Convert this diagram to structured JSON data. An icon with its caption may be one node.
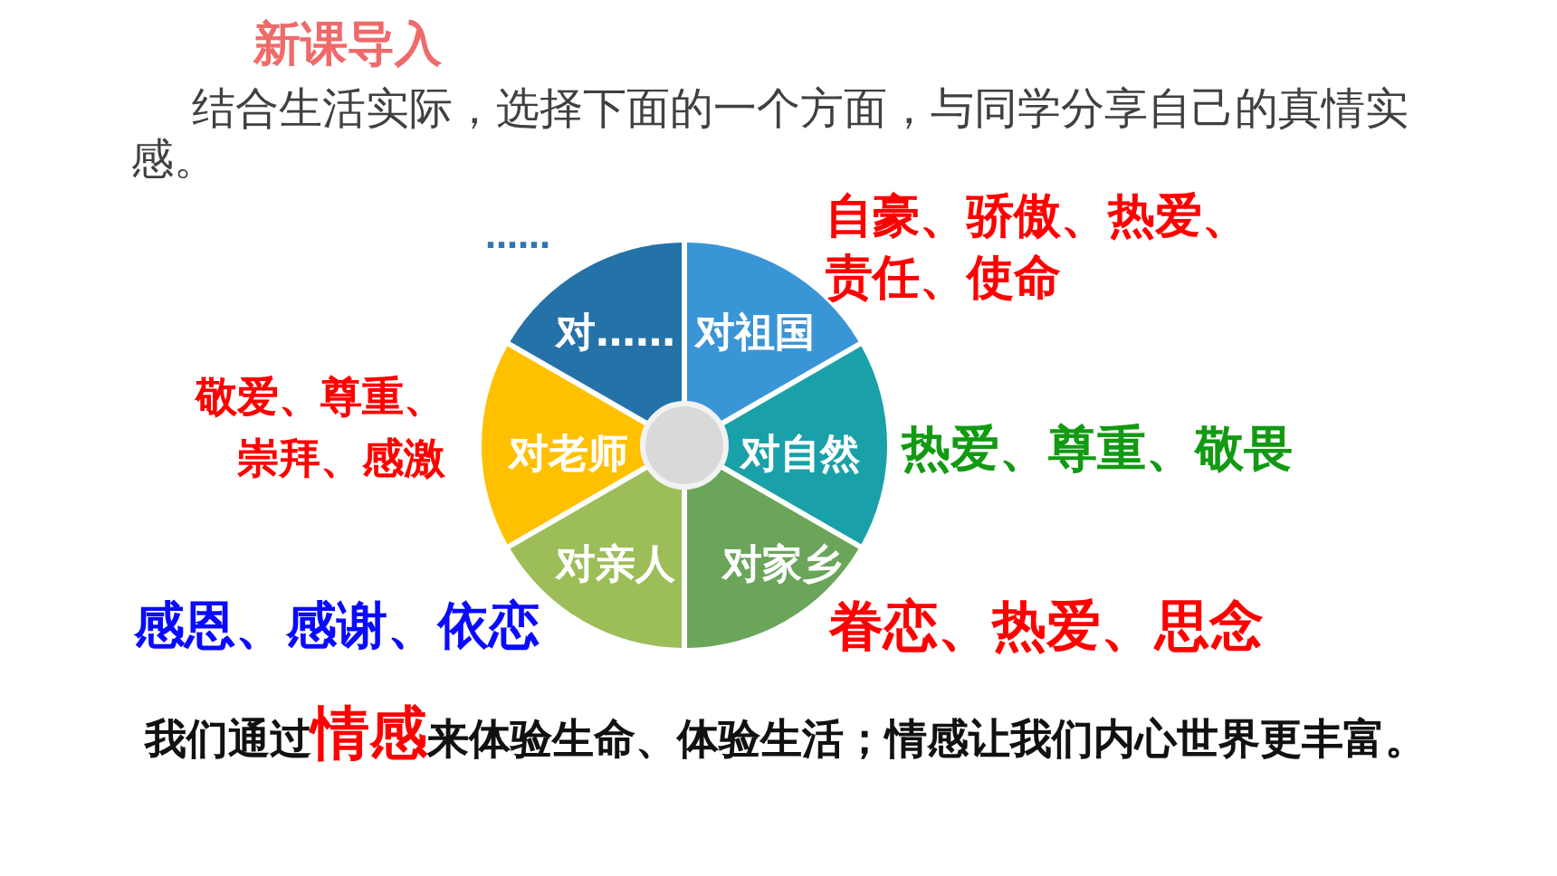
{
  "diagram": {
    "title": "新课导入",
    "nodes": [
      {
        "text": [
          "对祖国"
        ],
        "beside": [
          "自豪、骄傲、热爱、责任、使命"
        ]
      },
      {
        "text": [
          "对自然"
        ],
        "beside": [
          "热爱、尊重、敬畏"
        ]
      },
      {
        "text": [
          "对家乡"
        ],
        "beside": [
          "眷恋、热爱、思念"
        ]
      },
      {
        "text": [
          "对亲人"
        ],
        "beside": [
          "感恩、感谢、依恋"
        ]
      },
      {
        "text": [
          "对老师"
        ],
        "beside": [
          "敬爱、尊重、崇拜、感激"
        ]
      },
      {
        "text": [
          "对……"
        ],
        "beside": [
          "……"
        ]
      }
    ],
    "labels": [
      "结合生活实际，选择下面的一个方面，与同学分享自己的真情实感。",
      "我们通过**情感**来体验生命、体验生活；情感让我们内心世界更丰富。"
    ]
  }
}
